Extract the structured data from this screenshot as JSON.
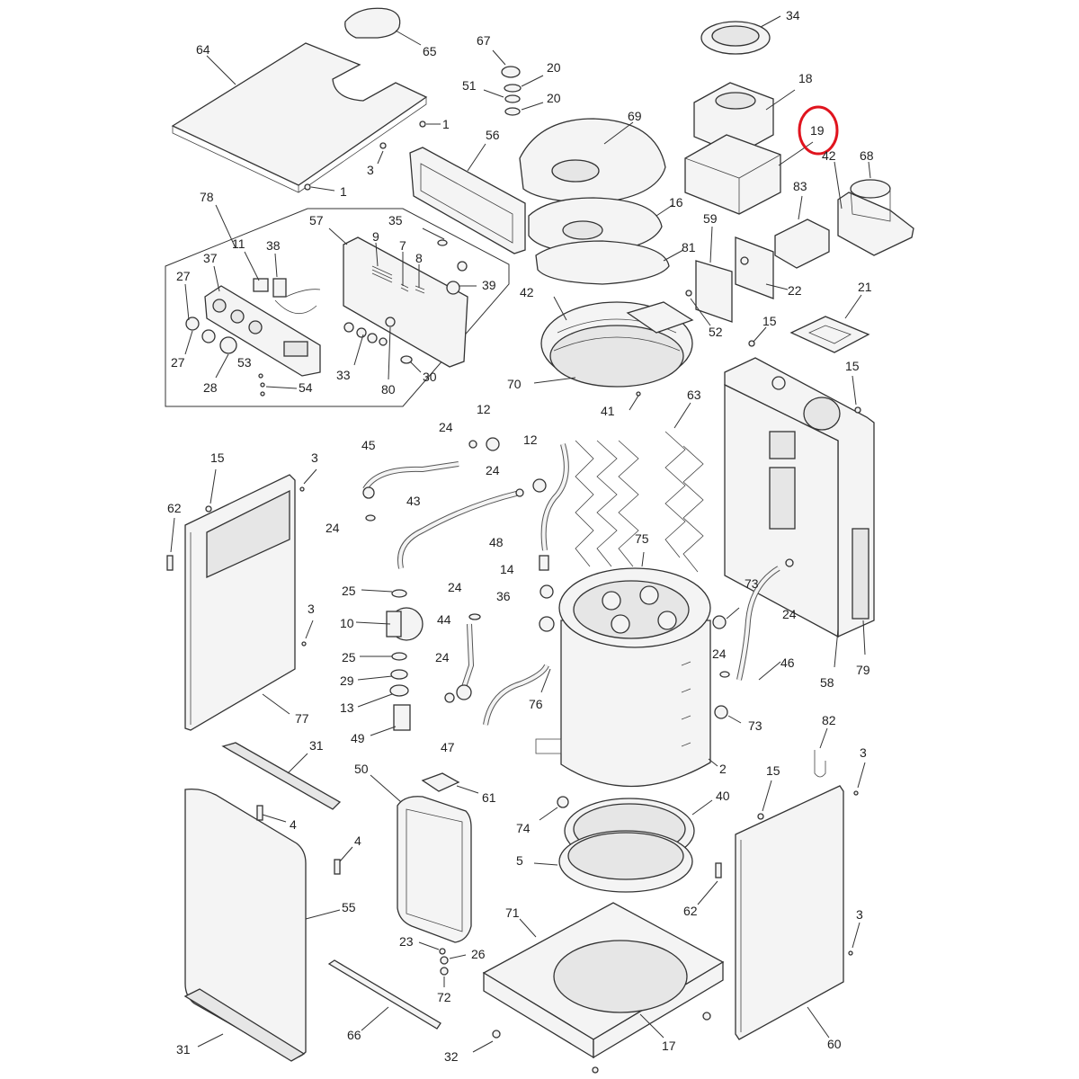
{
  "highlight_label": "19",
  "parts": {
    "p1": "1",
    "p2": "2",
    "p3": "3",
    "p4": "4",
    "p5": "5",
    "p7": "7",
    "p8": "8",
    "p9": "9",
    "p10": "10",
    "p11": "11",
    "p12": "12",
    "p13": "13",
    "p14": "14",
    "p15": "15",
    "p16": "16",
    "p17": "17",
    "p18": "18",
    "p19": "19",
    "p20": "20",
    "p21": "21",
    "p22": "22",
    "p23": "23",
    "p24": "24",
    "p25": "25",
    "p26": "26",
    "p27": "27",
    "p28": "28",
    "p29": "29",
    "p30": "30",
    "p31": "31",
    "p32": "32",
    "p33": "33",
    "p34": "34",
    "p35": "35",
    "p36": "36",
    "p37": "37",
    "p38": "38",
    "p39": "39",
    "p40": "40",
    "p41": "41",
    "p42": "42",
    "p43": "43",
    "p44": "44",
    "p45": "45",
    "p46": "46",
    "p47": "47",
    "p48": "48",
    "p49": "49",
    "p50": "50",
    "p51": "51",
    "p52": "52",
    "p53": "53",
    "p54": "54",
    "p55": "55",
    "p56": "56",
    "p57": "57",
    "p58": "58",
    "p59": "59",
    "p60": "60",
    "p61": "61",
    "p62": "62",
    "p63": "63",
    "p64": "64",
    "p65": "65",
    "p66": "66",
    "p67": "67",
    "p68": "68",
    "p69": "69",
    "p70": "70",
    "p71": "71",
    "p72": "72",
    "p73": "73",
    "p74": "74",
    "p75": "75",
    "p76": "76",
    "p77": "77",
    "p78": "78",
    "p79": "79",
    "p80": "80",
    "p81": "81",
    "p82": "82",
    "p83": "83"
  }
}
